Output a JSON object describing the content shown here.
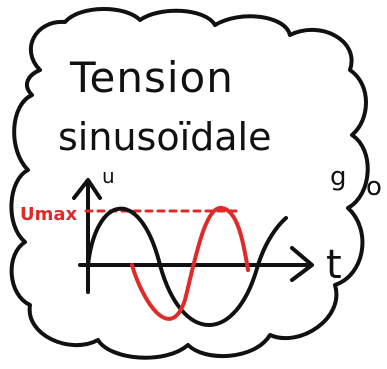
{
  "title": {
    "line1": "Tension",
    "line2": "sinusoïdale"
  },
  "axes": {
    "y_label": "u",
    "x_label": "t"
  },
  "annotation": {
    "umax": "Umax"
  },
  "margin_marks": {
    "mark1": "g",
    "mark2": "o"
  },
  "colors": {
    "ink": "#111111",
    "red": "#e02a2a"
  }
}
